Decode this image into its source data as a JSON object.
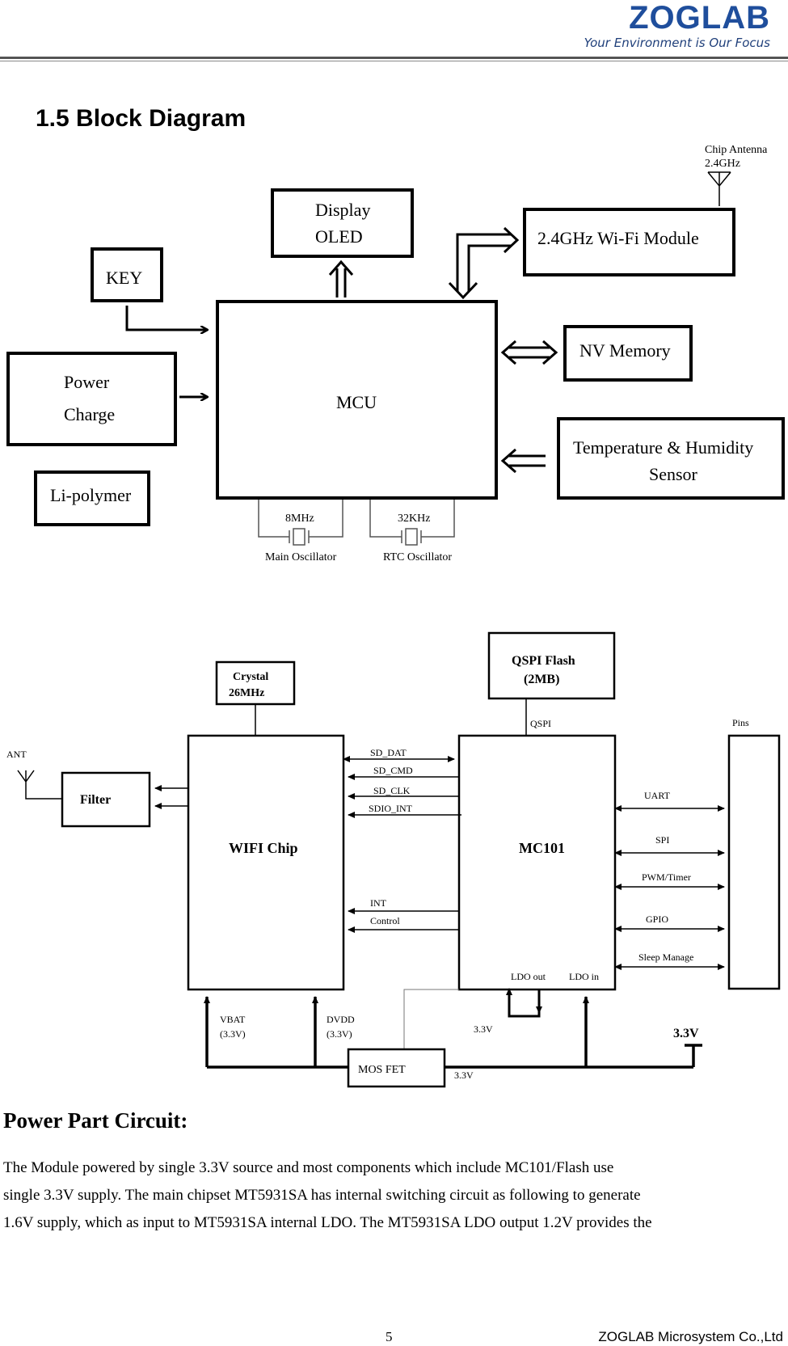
{
  "header": {
    "logo": "ZOGLAB",
    "tagline": "Your Environment is Our Focus"
  },
  "section_title": "1.5  Block Diagram",
  "diagram1": {
    "antenna_line1": "Chip Antenna",
    "antenna_line2": "2.4GHz",
    "display_line1": "Display",
    "display_line2": "OLED",
    "wifi_module": "2.4GHz Wi-Fi Module",
    "key": "KEY",
    "power_line1": "Power",
    "power_line2": "Charge",
    "mcu": "MCU",
    "nv_memory": "NV Memory",
    "temp_line1": "Temperature & Humidity",
    "temp_line2": "Sensor",
    "li_polymer": "Li-polymer",
    "osc_main_freq": "8MHz",
    "osc_main_label": "Main Oscillator",
    "osc_rtc_freq": "32KHz",
    "osc_rtc_label": "RTC Oscillator"
  },
  "diagram2": {
    "qspi_flash_line1": "QSPI Flash",
    "qspi_flash_line2": "(2MB)",
    "crystal_line1": "Crystal",
    "crystal_line2": "26MHz",
    "qspi": "QSPI",
    "pins": "Pins",
    "ant": "ANT",
    "filter": "Filter",
    "wifi_chip": "WIFI  Chip",
    "mc101": "MC101",
    "sd_dat": "SD_DAT",
    "sd_cmd": "SD_CMD",
    "sd_clk": "SD_CLK",
    "sdio_int": "SDIO_INT",
    "int": "INT",
    "control": "Control",
    "uart": "UART",
    "spi": "SPI",
    "pwm": "PWM/Timer",
    "gpio": "GPIO",
    "sleep": "Sleep Manage",
    "ldo_out": "LDO out",
    "ldo_in": "LDO in",
    "vbat_line1": "VBAT",
    "vbat_line2": "(3.3V)",
    "dvdd_line1": "DVDD",
    "dvdd_line2": "(3.3V)",
    "v33_ldo": "3.3V",
    "v33_rail": "3.3V",
    "mosfet": "MOS FET",
    "v33_mosfet": "3.3V"
  },
  "power_section": {
    "title": "Power Part Circuit:",
    "lines": [
      "The Module powered by single 3.3V source and most components which include MC101/Flash use",
      "single 3.3V supply. The main chipset MT5931SA has internal switching circuit as following to generate",
      "1.6V supply, which as input to MT5931SA internal LDO. The MT5931SA LDO output 1.2V provides the"
    ]
  },
  "footer": {
    "page_number": "5",
    "company": "ZOGLAB Microsystem Co.,Ltd"
  }
}
